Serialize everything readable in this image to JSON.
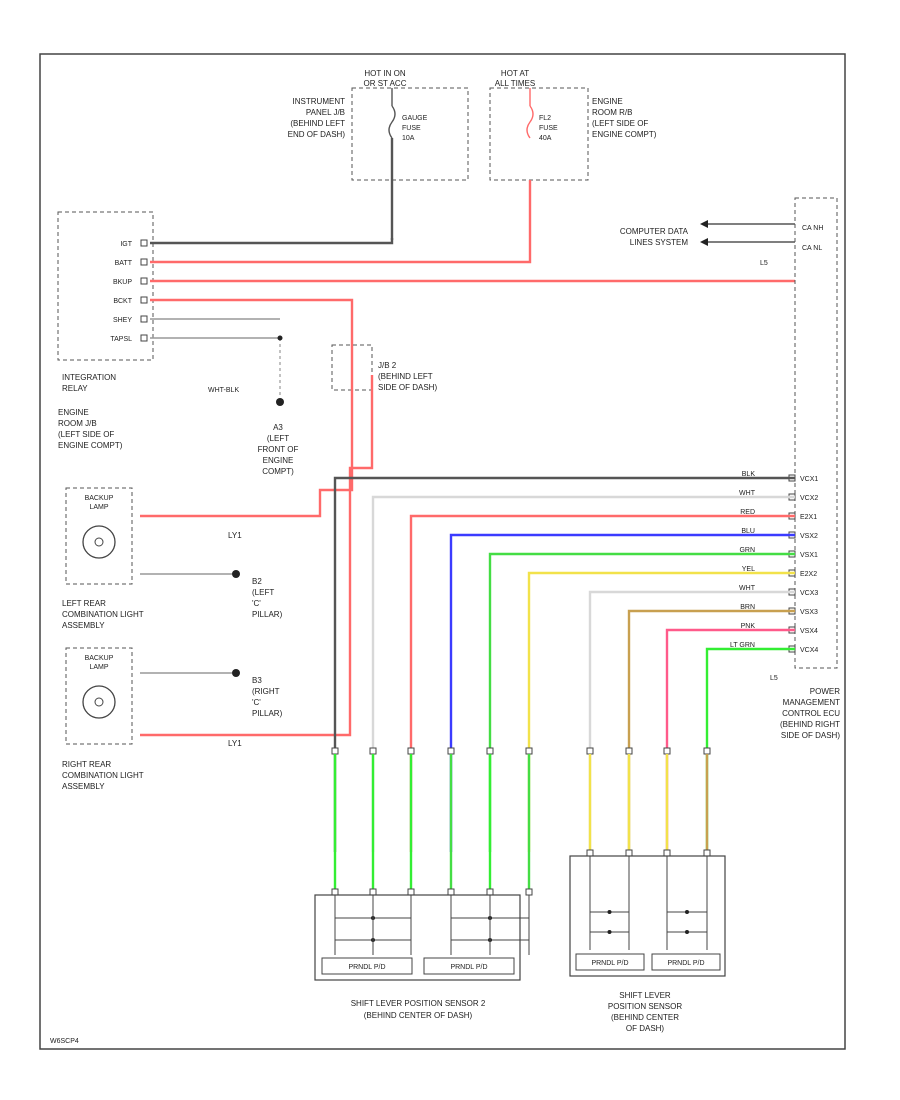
{
  "hot_in_on": [
    "HOT IN ON",
    "OR ST ACC"
  ],
  "hot_at_all_times": [
    "HOT AT",
    "ALL TIMES"
  ],
  "instrument_panel_jb": [
    "INSTRUMENT",
    "PANEL J/B",
    "(BEHIND LEFT",
    "END OF DASH)"
  ],
  "gauge_fuse": [
    "GAUGE",
    "FUSE",
    "10A"
  ],
  "fl_fuse": [
    "FL2",
    "FUSE",
    "40A"
  ],
  "engine_room_rb": [
    "ENGINE",
    "ROOM R/B",
    "(LEFT SIDE OF",
    "ENGINE COMPT)"
  ],
  "computer_data_lines": [
    "COMPUTER DATA",
    "LINES SYSTEM"
  ],
  "integration_relay": {
    "pins": [
      "IGT",
      "BATT",
      "BKUP",
      "BCKT",
      "SHEY",
      "TAPSL"
    ],
    "label": [
      "INTEGRATION",
      "RELAY"
    ]
  },
  "engine_room_jb": [
    "ENGINE",
    "ROOM J/B",
    "(LEFT SIDE OF",
    "ENGINE COMPT)"
  ],
  "wht_blk": "WHT-BLK",
  "ground_a3": [
    "A3",
    "(LEFT",
    "FRONT OF",
    "ENGINE",
    "COMPT)"
  ],
  "jb2": [
    "J/B 2",
    "(BEHIND LEFT",
    "SIDE OF DASH)"
  ],
  "backup_lamp_left": [
    "BACKUP",
    "LAMP"
  ],
  "backup_lamp_right": [
    "BACKUP",
    "LAMP"
  ],
  "ly1_left": "LY1",
  "ly1_right": "LY1",
  "ground_b2": [
    "B2",
    "(LEFT",
    "'C'",
    "PILLAR)"
  ],
  "ground_b3": [
    "B3",
    "(RIGHT",
    "'C'",
    "PILLAR)"
  ],
  "left_rear_combo": [
    "LEFT REAR",
    "COMBINATION LIGHT",
    "ASSEMBLY"
  ],
  "right_rear_combo": [
    "RIGHT REAR",
    "COMBINATION LIGHT",
    "ASSEMBLY"
  ],
  "pm_ecu": {
    "connectors_top": [
      "CA NH",
      "CA NL",
      "L5"
    ],
    "pins": [
      "VCX1",
      "VCX2",
      "E2X1",
      "VSX2",
      "VSX1",
      "E2X2",
      "VCX3",
      "VSX3",
      "VSX4",
      "VCX4"
    ],
    "wires": [
      "BLK",
      "WHT",
      "RED",
      "BLU",
      "GRN",
      "YEL",
      "WHT",
      "BRN",
      "PNK",
      "LT GRN"
    ],
    "sub_label": "L5",
    "label": [
      "POWER",
      "MANAGEMENT",
      "CONTROL ECU",
      "(BEHIND RIGHT",
      "SIDE OF DASH)"
    ]
  },
  "shift_sensor_2": {
    "units": [
      "PRNDL P/D",
      "PRNDL P/D"
    ],
    "label": [
      "SHIFT LEVER POSITION SENSOR 2",
      "(BEHIND CENTER OF DASH)"
    ]
  },
  "shift_sensor": {
    "units": [
      "PRNDL P/D",
      "PRNDL P/D"
    ],
    "label": [
      "SHIFT LEVER",
      "POSITION SENSOR",
      "(BEHIND CENTER",
      "OF DASH)"
    ]
  },
  "figure_id": "W6SCP4",
  "colors": {
    "red": "#ff6a6a",
    "dark": "#555555",
    "blue": "#3b3bff",
    "green": "#44dd44",
    "yellow": "#f2e24a",
    "brown": "#c8a050",
    "pink": "#ff5a8a",
    "ltgreen": "#33ee33",
    "white_wire": "#e8e8e8",
    "frame": "#444444"
  }
}
